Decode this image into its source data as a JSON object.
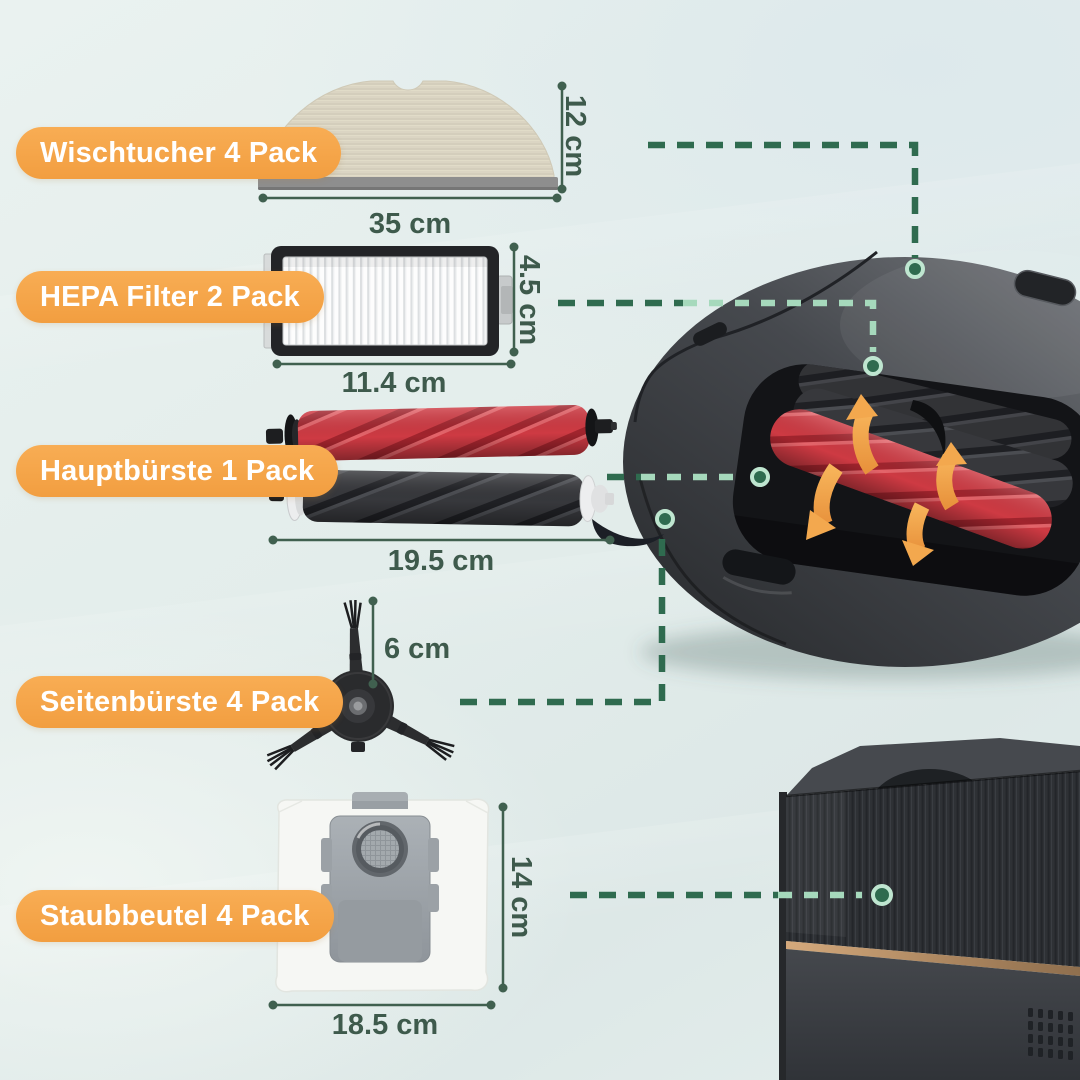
{
  "palette": {
    "background": "#E4EEEC",
    "label_pill": "#F4A347",
    "label_text": "#FFFFFF",
    "dimension_text": "#3E5A4C",
    "connector_dark_green": "#2F6B4F",
    "connector_light_green": "#A6D9BC",
    "arrow_orange": "#F2A44C",
    "brush_red": "#CE3A43"
  },
  "rows": [
    {
      "id": "mop",
      "label": "Wischtucher 4 Pack",
      "height": "12 cm",
      "width": "35 cm"
    },
    {
      "id": "hepa",
      "label": "HEPA Filter 2 Pack",
      "height": "4.5 cm",
      "width": "11.4 cm"
    },
    {
      "id": "main_brush",
      "label": "Hauptbürste 1 Pack",
      "length": "19.5 cm"
    },
    {
      "id": "side_brush",
      "label": "Seitenbürste 4 Pack",
      "height": "6 cm"
    },
    {
      "id": "dust_bag",
      "label": "Staubbeutel 4 Pack",
      "height": "14 cm",
      "width": "18.5 cm"
    }
  ]
}
